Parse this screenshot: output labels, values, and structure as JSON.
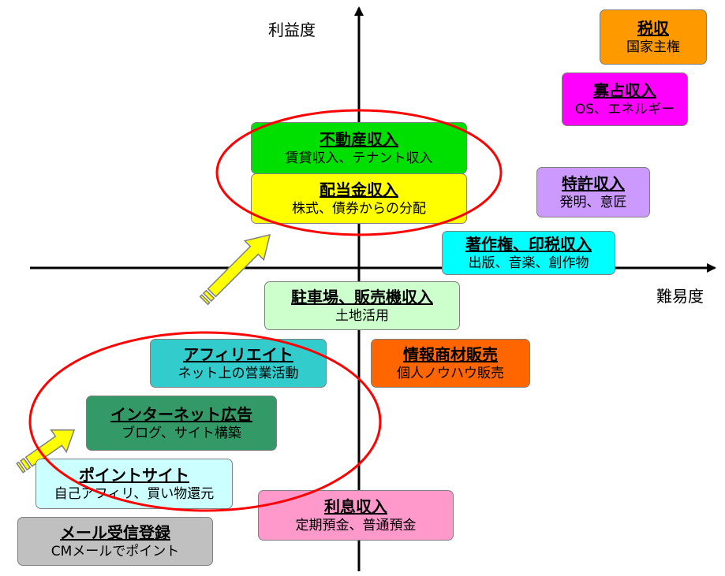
{
  "axes": {
    "y_label": "利益度",
    "x_label": "難易度"
  },
  "boxes": [
    {
      "id": "tax",
      "title": "税収",
      "sub": "国家主権",
      "color": "#ff9900"
    },
    {
      "id": "monopoly",
      "title": "寡占収入",
      "sub": "OS、エネルギー",
      "color": "#ff00ff"
    },
    {
      "id": "realestate",
      "title": "不動産収入",
      "sub": "賃貸収入、テナント収入",
      "color": "#00e000"
    },
    {
      "id": "dividend",
      "title": "配当金収入",
      "sub": "株式、債券からの分配",
      "color": "#ffff00"
    },
    {
      "id": "patent",
      "title": "特許収入",
      "sub": "発明、意匠",
      "color": "#cc99ff"
    },
    {
      "id": "copyright",
      "title": "著作権、印税収入",
      "sub": "出版、音楽、創作物",
      "color": "#00ffff"
    },
    {
      "id": "parking",
      "title": "駐車場、販売機収入",
      "sub": "土地活用",
      "color": "#ccffcc"
    },
    {
      "id": "affiliate",
      "title": "アフィリエイト",
      "sub": "ネット上の営業活動",
      "color": "#33cccc"
    },
    {
      "id": "info",
      "title": "情報商材販売",
      "sub": "個人ノウハウ販売",
      "color": "#ff6600"
    },
    {
      "id": "ads",
      "title": "インターネット広告",
      "sub": "ブログ、サイト構築",
      "color": "#339966"
    },
    {
      "id": "points",
      "title": "ポイントサイト",
      "sub": "自己アフィリ、買い物還元",
      "color": "#ccffff"
    },
    {
      "id": "interest",
      "title": "利息収入",
      "sub": "定期預金、普通預金",
      "color": "#ff99cc"
    },
    {
      "id": "mail",
      "title": "メール受信登録",
      "sub": "CMメールでポイント",
      "color": "#c0c0c0"
    }
  ]
}
